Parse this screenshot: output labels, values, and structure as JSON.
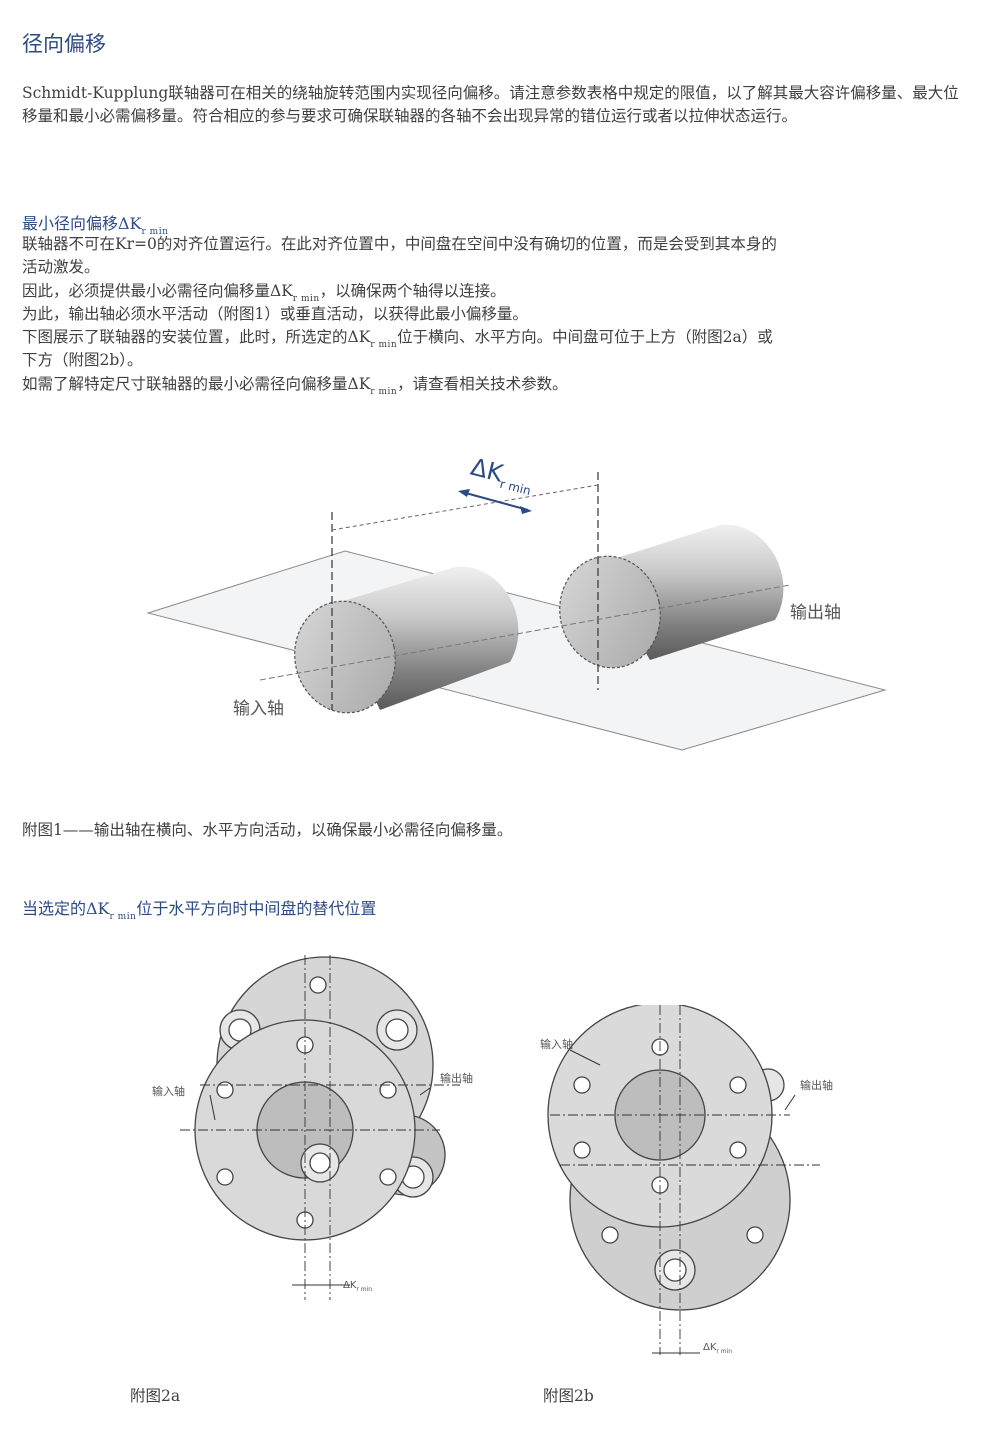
{
  "title": "径向偏移",
  "intro": "Schmidt-Kupplung联轴器可在相关的绕轴旋转范围内实现径向偏移。请注意参数表格中规定的限值，以了解其最大容许偏移量、最大位移量和最小必需偏移量。符合相应的参与要求可确保联轴器的各轴不会出现异常的错位运行或者以拉伸状态运行。",
  "section1": {
    "heading": "最小径向偏移ΔK",
    "heading_sub": "r min",
    "lines": [
      "联轴器不可在Kr=0的对齐位置运行。在此对齐位置中，中间盘在空间中没有确切的位置，而是会受到其本身的",
      "活动激发。"
    ],
    "line3_pre": "因此，必须提供最小必需径向偏移量ΔK",
    "line3_sub": "r min",
    "line3_post": "，以确保两个轴得以连接。",
    "line4": "为此，输出轴必须水平活动（附图1）或垂直活动，以获得此最小偏移量。",
    "line5_pre": "下图展示了联轴器的安装位置，此时，所选定的ΔK",
    "line5_sub": "r min",
    "line5_post": "位于横向、水平方向。中间盘可位于上方（附图2a）或",
    "line6": "下方（附图2b）。",
    "line7_pre": "如需了解特定尺寸联轴器的最小必需径向偏移量ΔK",
    "line7_sub": "r min",
    "line7_post": "，请查看相关技术参数。"
  },
  "figure1": {
    "delta_label": "ΔK",
    "delta_sub": "r min",
    "input_shaft": "输入轴",
    "output_shaft": "输出轴",
    "caption": "附图1——输出轴在横向、水平方向活动，以确保最小必需径向偏移量。"
  },
  "section2": {
    "heading_pre": "当选定的ΔK",
    "heading_sub": "r min",
    "heading_post": "位于水平方向时中间盘的替代位置"
  },
  "figure2a": {
    "input_shaft": "输入轴",
    "output_shaft": "输出轴",
    "delta_label": "ΔK",
    "delta_sub": "r min",
    "caption": "附图2a"
  },
  "figure2b": {
    "input_shaft": "输入轴",
    "output_shaft": "输出轴",
    "delta_label": "ΔK",
    "delta_sub": "r min",
    "caption": "附图2b"
  },
  "colors": {
    "heading": "#2c4a86",
    "text": "#404040",
    "accent_arrow": "#2c4a86"
  }
}
